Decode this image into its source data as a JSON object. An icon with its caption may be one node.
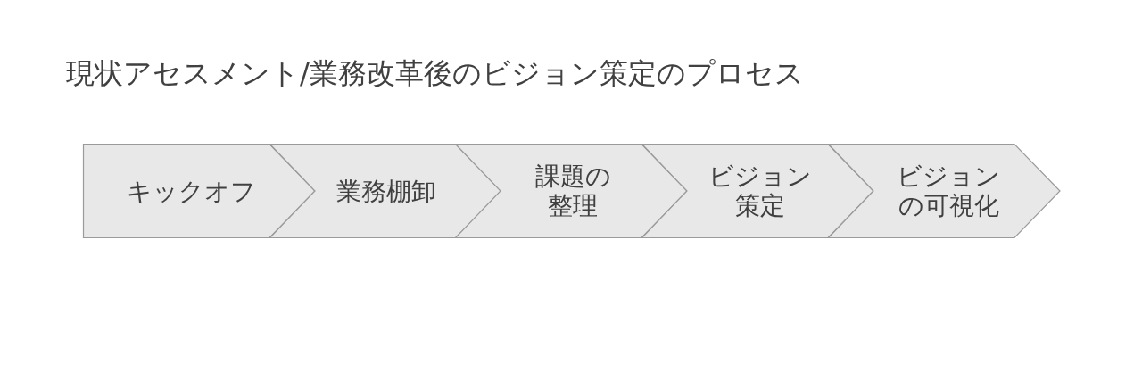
{
  "diagram": {
    "title": "現状アセスメント/業務改革後のビジョン策定のプロセス",
    "nodes": [
      {
        "text": [
          "キックオフ"
        ]
      },
      {
        "text": [
          "業務棚卸"
        ]
      },
      {
        "text": [
          "課題の整理"
        ]
      },
      {
        "text": [
          "ビジョン策定"
        ]
      },
      {
        "text": [
          "ビジョンの可視化"
        ]
      }
    ]
  }
}
